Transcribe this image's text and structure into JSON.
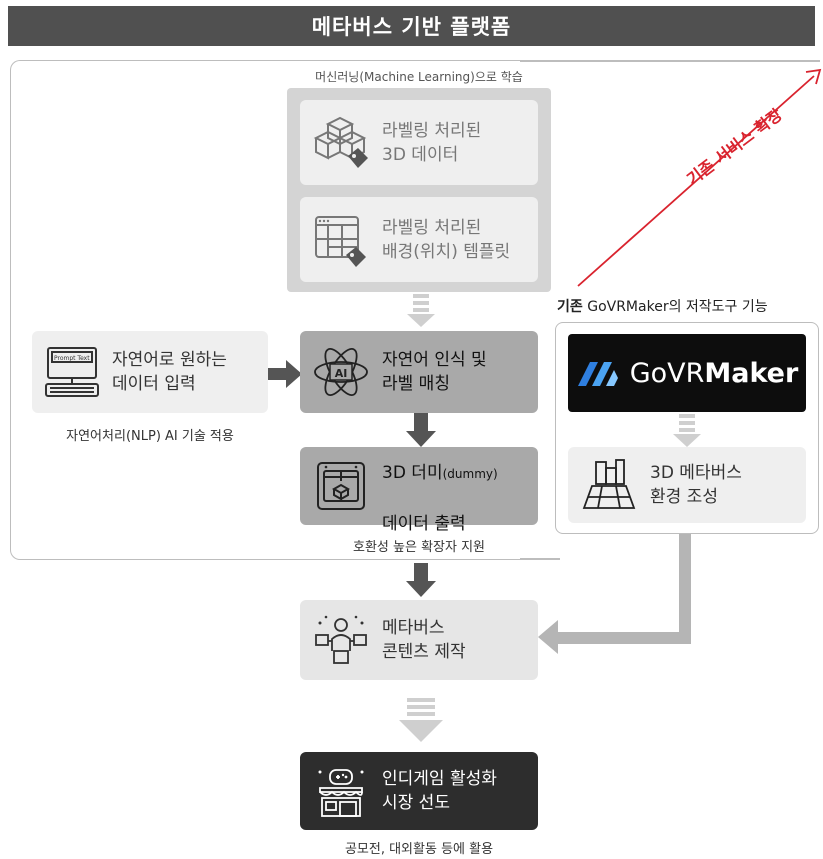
{
  "title": "메타버스 기반 플랫폼",
  "ml_label": "머신러닝(Machine Learning)으로 학습",
  "labeled_3d": "라벨링 처리된\n3D 데이터",
  "labeled_bg": "라벨링 처리된\n배경(위치) 템플릿",
  "nlp_input": "자연어로 원하는\n데이터 입력",
  "nlp_caption": "자연어처리(NLP) AI 기술 적용",
  "nl_recognition": "자연어 인식 및\n라벨 매칭",
  "dummy_main": "3D 더미",
  "dummy_paren": "(dummy)",
  "dummy_line2": "데이터 출력",
  "compat_caption": "호환성 높은 확장자 지원",
  "expansion_label": "기존 서비스 확장",
  "existing_bold": "기존",
  "existing_rest": " GoVRMaker의 저작도구 기능",
  "logo_regular": "GoVR",
  "logo_bold": "Maker",
  "metaverse_env": "3D 메타버스\n환경 조성",
  "content_creation": "메타버스\n콘텐츠 제작",
  "indie_game": "인디게임 활성화\n시장 선도",
  "bottom_caption": "공모전, 대외활동 등에 활용",
  "prompt_text": "Prompt Text",
  "ai_icon_text": "AI",
  "colors": {
    "expansion_arrow": "#d9232e",
    "banner": "#505050"
  }
}
